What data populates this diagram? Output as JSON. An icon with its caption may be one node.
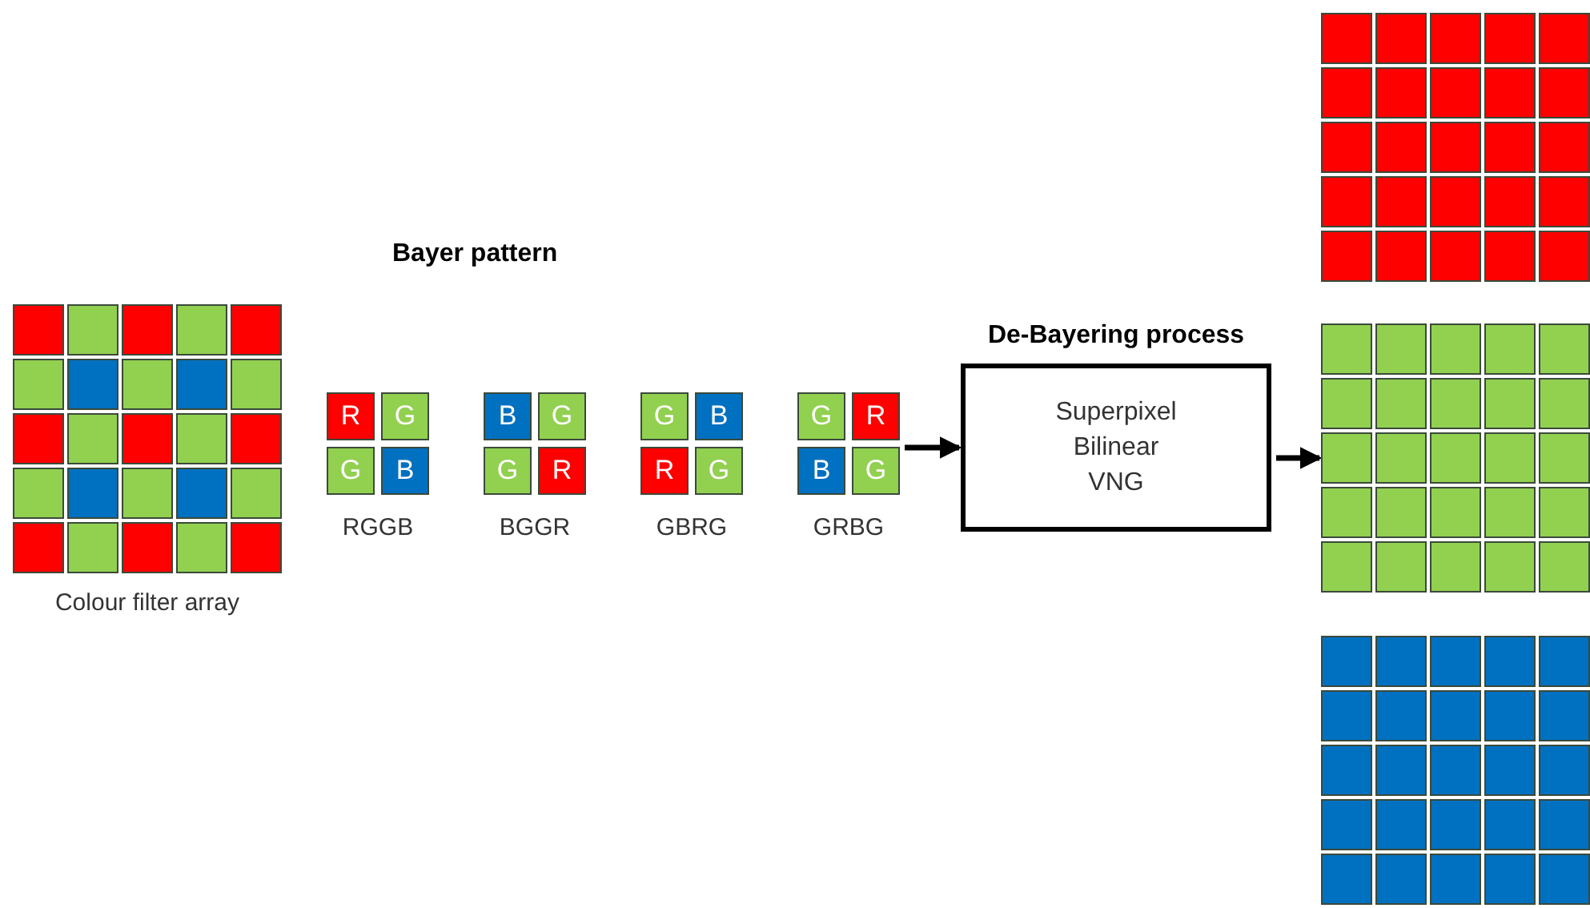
{
  "diagram": {
    "nodes": [
      {
        "text": [],
        "shape": "picture",
        "beside": [
          "Colour filter array"
        ]
      },
      {
        "text": [],
        "shape": "box",
        "beside": [
          "RGGB"
        ]
      },
      {
        "text": [
          "R"
        ],
        "in": 1
      },
      {
        "text": [
          "G"
        ],
        "in": 1
      },
      {
        "text": [
          "G"
        ],
        "in": 1
      },
      {
        "text": [
          "B"
        ],
        "in": 1
      },
      {
        "text": [],
        "shape": "box",
        "beside": [
          "BGGR"
        ]
      },
      {
        "text": [
          "B"
        ],
        "in": 6
      },
      {
        "text": [
          "G"
        ],
        "in": 6
      },
      {
        "text": [
          "G"
        ],
        "in": 6
      },
      {
        "text": [
          "R"
        ],
        "in": 6
      },
      {
        "text": [],
        "shape": "box",
        "beside": [
          "GBRG"
        ]
      },
      {
        "text": [
          "G"
        ],
        "in": 11
      },
      {
        "text": [
          "B"
        ],
        "in": 11
      },
      {
        "text": [
          "R"
        ],
        "in": 11
      },
      {
        "text": [
          "G"
        ],
        "in": 11
      },
      {
        "text": [],
        "shape": "box",
        "beside": [
          "GRBG"
        ]
      },
      {
        "text": [
          "G"
        ],
        "in": 16
      },
      {
        "text": [
          "R"
        ],
        "in": 16
      },
      {
        "text": [
          "B"
        ],
        "in": 16
      },
      {
        "text": [
          "G"
        ],
        "in": 16
      },
      {
        "text": [
          "De-Bayering process",
          "Superpixel",
          "Bilinear",
          "VNG"
        ]
      },
      {
        "text": [],
        "shape": "picture"
      },
      {
        "text": [],
        "shape": "picture"
      },
      {
        "text": [],
        "shape": "picture"
      }
    ],
    "edges": [
      {
        "from": 16,
        "to": 21,
        "arrow": "to"
      },
      {
        "from": 21,
        "to": 23,
        "arrow": "to"
      }
    ],
    "labels": [
      "Bayer pattern"
    ]
  }
}
